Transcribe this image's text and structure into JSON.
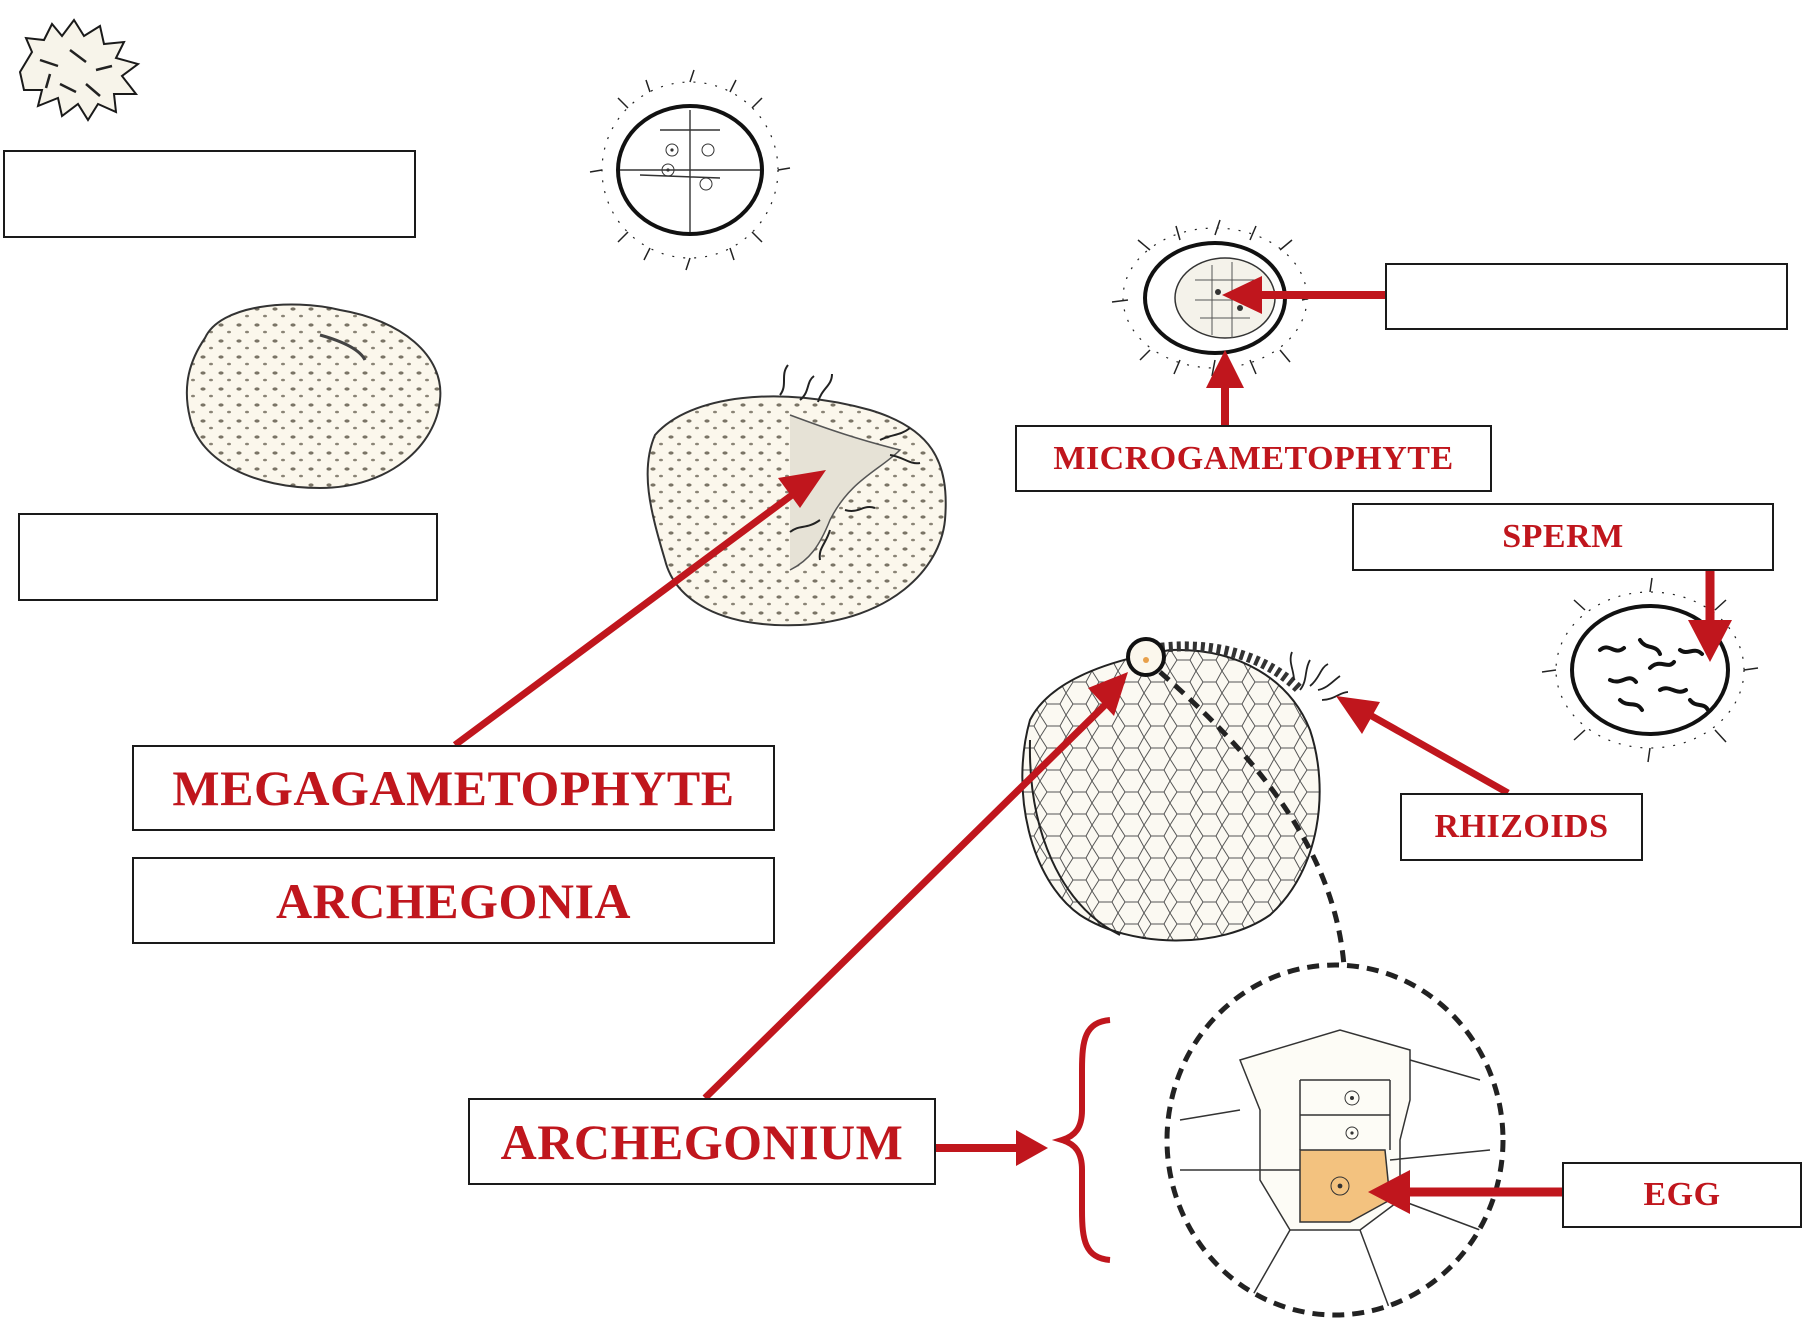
{
  "colors": {
    "accent": "#c0161d",
    "line": "#1a1a1a",
    "cell_fill": "#fbf7ec",
    "egg_fill": "#f3c27f"
  },
  "labels": {
    "microgametophyte": "MICROGAMETOPHYTE",
    "sperm": "SPERM",
    "rhizoids": "RHIZOIDS",
    "megagametophyte": "MEGAGAMETOPHYTE",
    "archegonia": "ARCHEGONIA",
    "archegonium": "ARCHEGONIUM",
    "egg": "EGG"
  },
  "blanks": {
    "microspore": "",
    "megaspore": "",
    "microgametophyte_interior": ""
  }
}
